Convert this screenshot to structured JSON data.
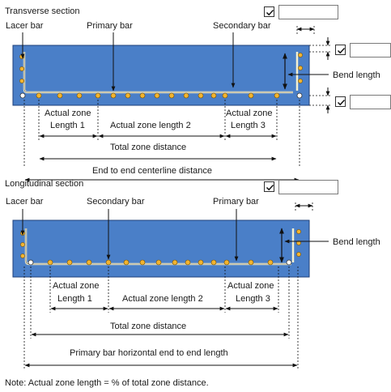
{
  "transverse": {
    "heading": "Transverse section",
    "lacer_bar": "Lacer bar",
    "primary_bar": "Primary bar",
    "secondary_bar": "Secondary bar",
    "bend_length": "Bend length",
    "actual_zone_1_line1": "Actual zone",
    "actual_zone_1_line2": "Length 1",
    "actual_zone_2": "Actual zone length 2",
    "actual_zone_3_line1": "Actual zone",
    "actual_zone_3_line2": "Length 3",
    "total_zone": "Total zone distance",
    "end_to_end": "End to end centerline distance",
    "inputs": [
      {
        "value": "",
        "checked": true
      },
      {
        "value": "",
        "checked": true
      },
      {
        "value": "",
        "checked": true
      }
    ]
  },
  "longitudinal": {
    "heading": "Longitudinal section",
    "lacer_bar": "Lacer bar",
    "secondary_bar": "Secondary bar",
    "primary_bar": "Primary bar",
    "bend_length": "Bend length",
    "actual_zone_1_line1": "Actual zone",
    "actual_zone_1_line2": "Length 1",
    "actual_zone_2": "Actual zone length 2",
    "actual_zone_3_line1": "Actual zone",
    "actual_zone_3_line2": "Length 3",
    "total_zone": "Total zone distance",
    "end_to_end": "Primary bar horizontal end to end length",
    "inputs": [
      {
        "value": "",
        "checked": true
      }
    ]
  },
  "note": "Note: Actual zone length = % of total zone distance.",
  "colors": {
    "slab_fill": "#4a7fc8",
    "slab_border": "#1e3f7a",
    "bar_dot": "#f2b430",
    "bar_line": "#f4f0d0",
    "lines": "#111111"
  }
}
